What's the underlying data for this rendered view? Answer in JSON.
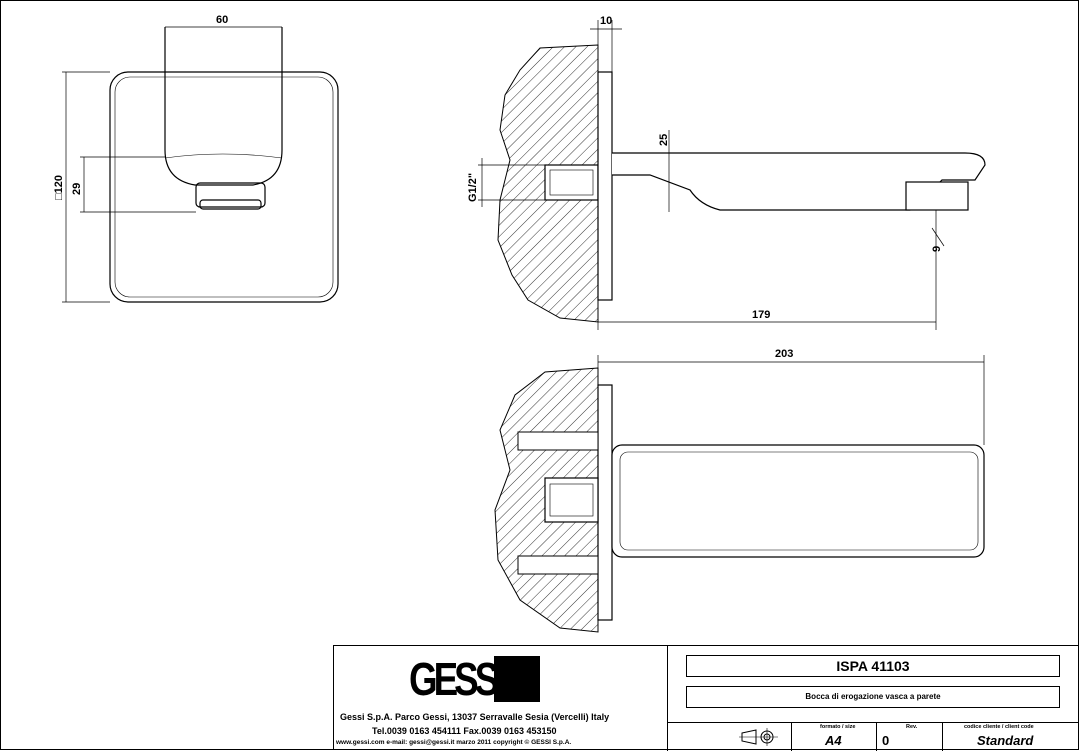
{
  "dimensions": {
    "width_front": "60",
    "height_nozzle": "29",
    "plate_size": "□120",
    "plate_thickness": "10",
    "spout_height": "25",
    "thread": "G1/2\"",
    "nozzle": "9",
    "projection": "179",
    "total_length": "203"
  },
  "title_block": {
    "logo": "GESSI",
    "address": "Gessi S.p.A. Parco Gessi, 13037 Serravalle Sesia (Vercelli) Italy",
    "phone": "Tel.0039 0163 454111 Fax.0039 0163 453150",
    "footer": "www.gessi.com  e-mail: gessi@gessi.it    marzo 2011    copyright © GESSI S.p.A.",
    "code": "ISPA 41103",
    "description": "Bocca di erogazione vasca a parete",
    "format_label": "formato / size",
    "format": "A4",
    "rev_label": "Rev.",
    "rev": "0",
    "client_code_label": "codice cliente / client code",
    "client_code": "Standard"
  }
}
